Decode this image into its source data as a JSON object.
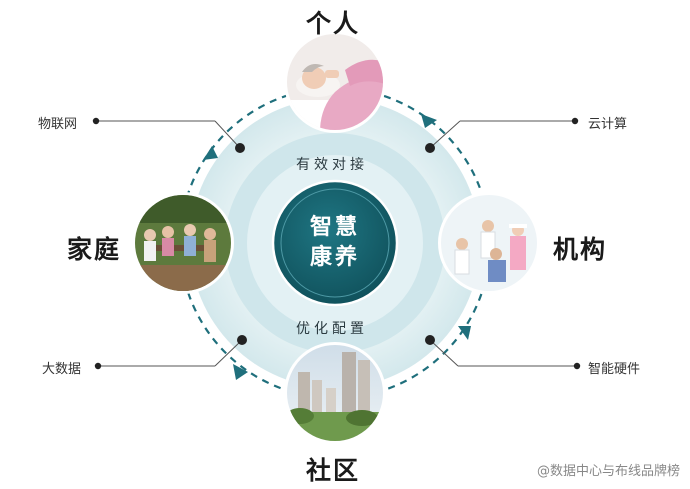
{
  "nodes": {
    "top": "个人",
    "left": "家庭",
    "right": "机构",
    "bottom": "社区"
  },
  "center": {
    "line1": "智慧",
    "line2": "康养"
  },
  "ring": {
    "upper": "有效对接",
    "lower": "优化配置"
  },
  "callouts": {
    "top_left": "物联网",
    "top_right": "云计算",
    "bottom_left": "大数据",
    "bottom_right": "智能硬件"
  },
  "watermark": "@数据中心与布线品牌榜",
  "colors": {
    "ring_light": "#dfeff2",
    "ring_mid": "#c9e3e8",
    "center": "#145f6a",
    "dash": "#1f6f7c"
  }
}
